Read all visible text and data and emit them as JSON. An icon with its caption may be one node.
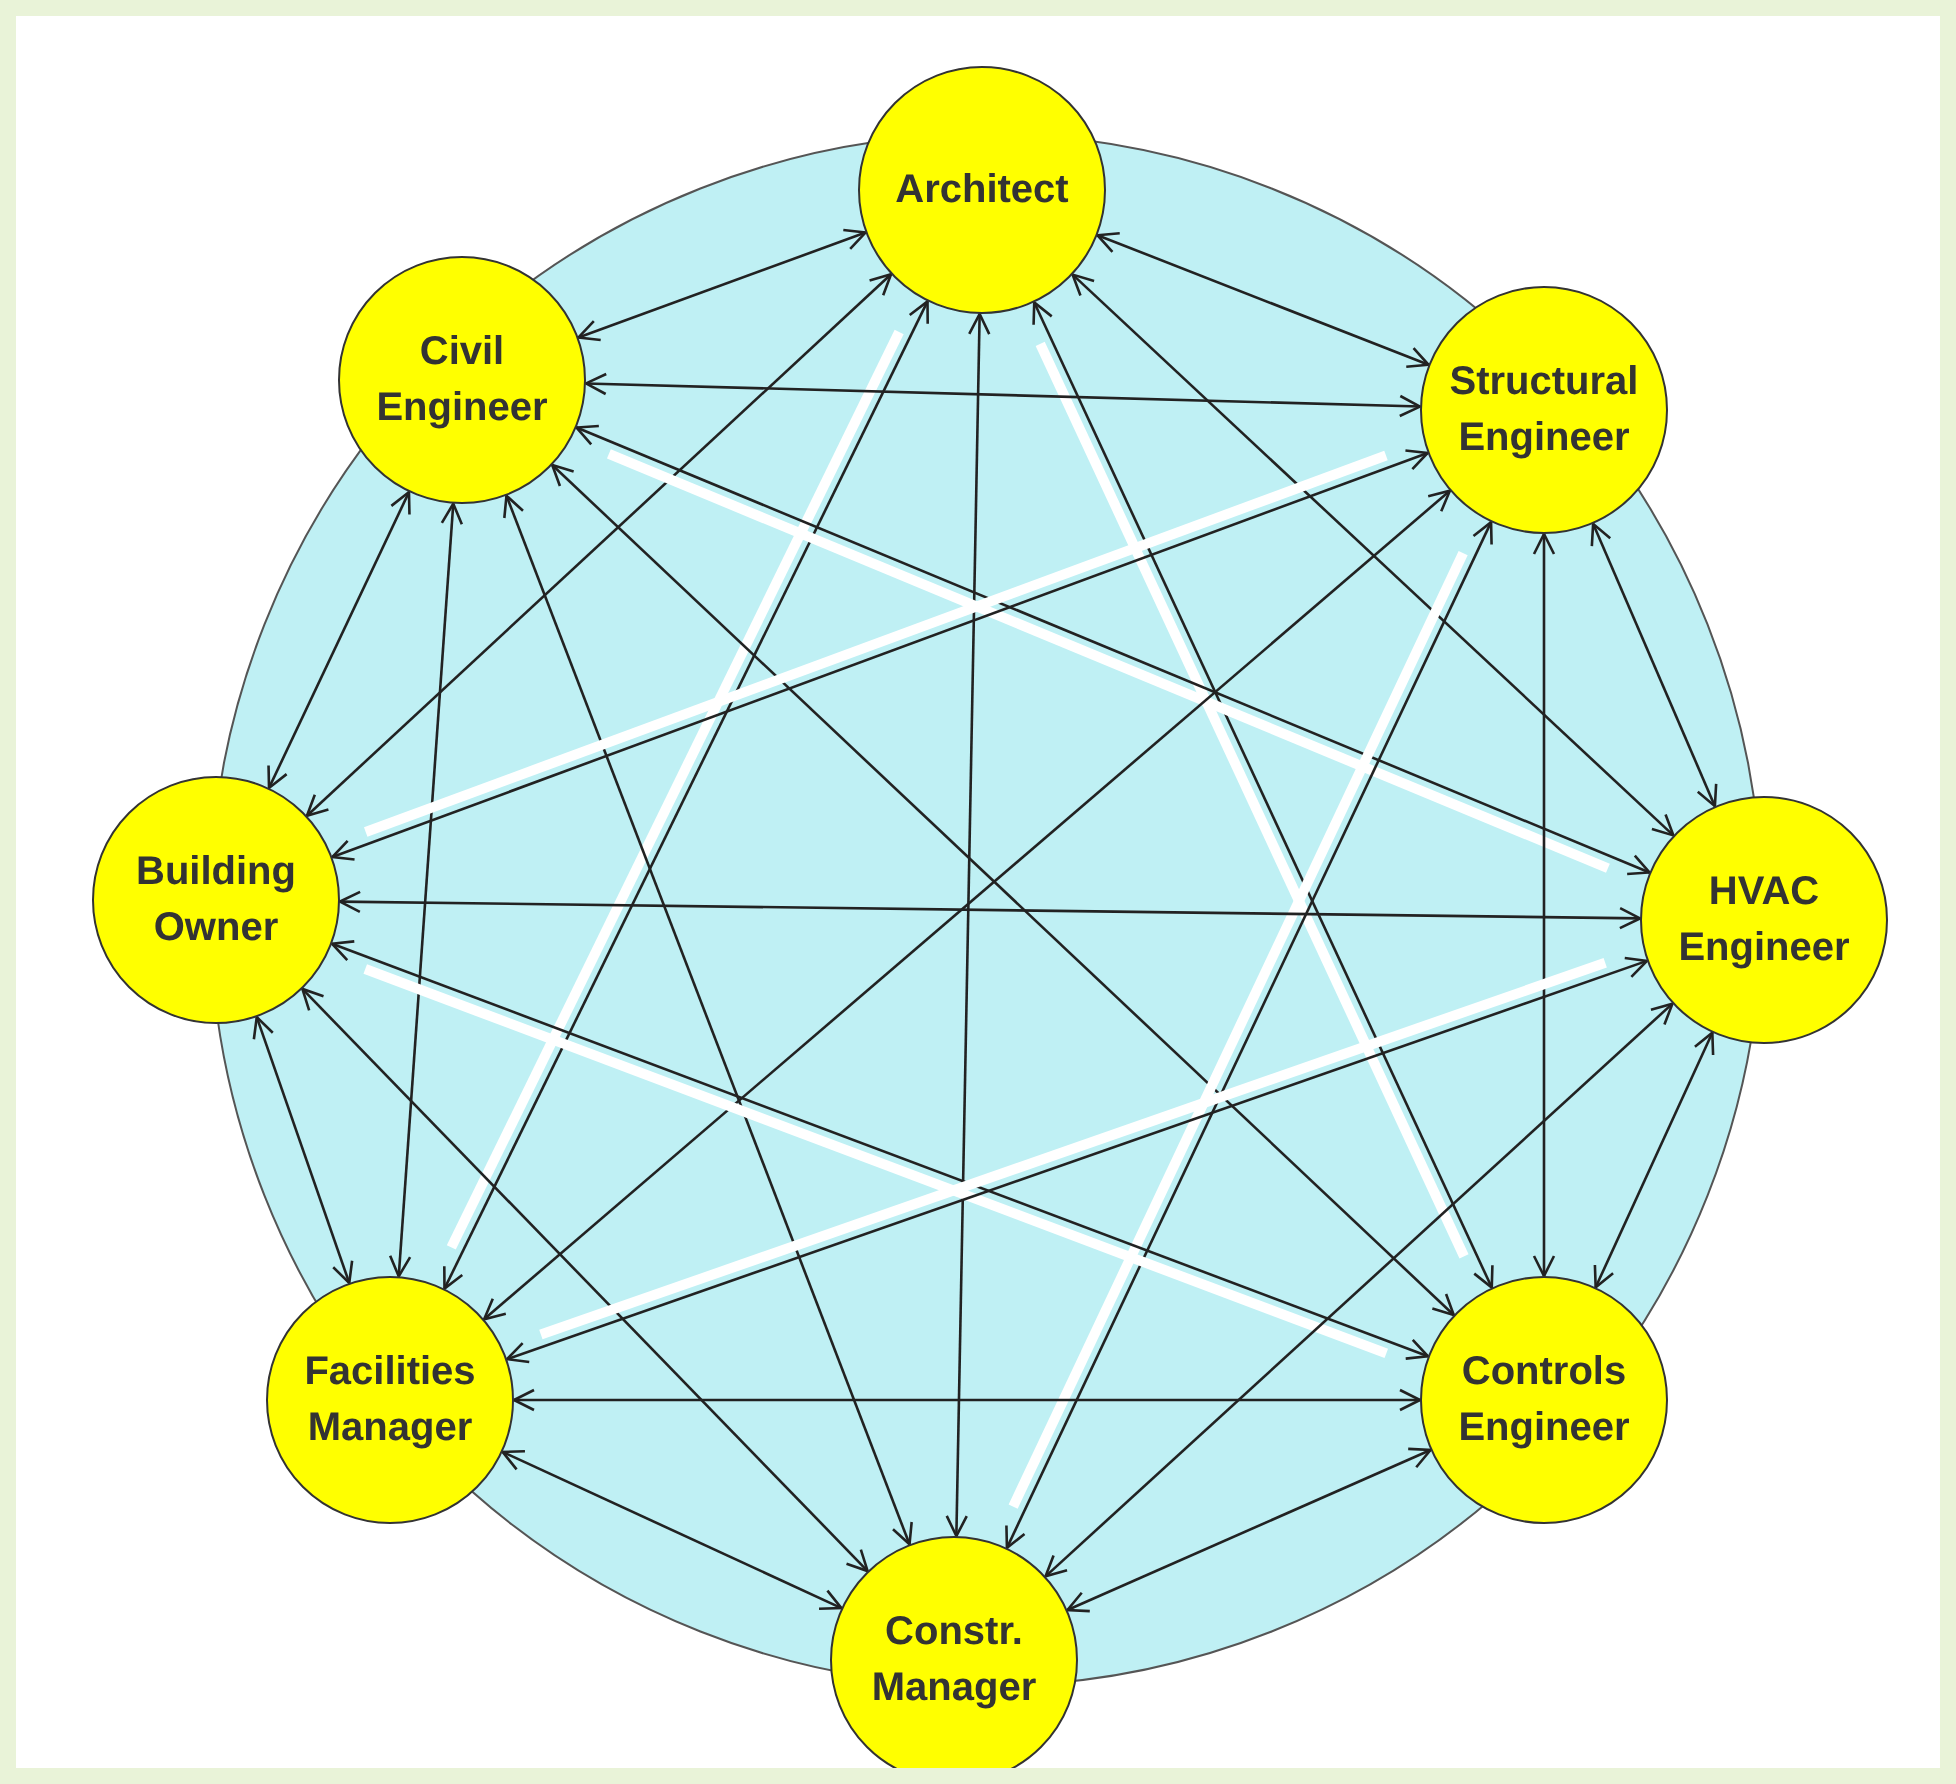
{
  "diagram": {
    "nodes": [
      {
        "text": [
          "Architect"
        ]
      },
      {
        "text": [
          "Civil Engineer"
        ]
      },
      {
        "text": [
          "Structural Engineer"
        ]
      },
      {
        "text": [
          "Building Owner"
        ]
      },
      {
        "text": [
          "HVAC Engineer"
        ]
      },
      {
        "text": [
          "Facilities Manager"
        ]
      },
      {
        "text": [
          "Controls Engineer"
        ]
      },
      {
        "text": [
          "Constr. Manager"
        ]
      }
    ],
    "edges": [
      {
        "from": 0,
        "to": 1,
        "arrow": "both"
      },
      {
        "from": 0,
        "to": 2,
        "arrow": "both"
      },
      {
        "from": 0,
        "to": 3,
        "arrow": "both"
      },
      {
        "from": 0,
        "to": 4,
        "arrow": "both"
      },
      {
        "from": 0,
        "to": 5,
        "arrow": "both"
      },
      {
        "from": 0,
        "to": 6,
        "arrow": "both"
      },
      {
        "from": 0,
        "to": 7,
        "arrow": "both"
      },
      {
        "from": 1,
        "to": 2,
        "arrow": "both"
      },
      {
        "from": 1,
        "to": 3,
        "arrow": "both"
      },
      {
        "from": 1,
        "to": 4,
        "arrow": "both"
      },
      {
        "from": 1,
        "to": 5,
        "arrow": "both"
      },
      {
        "from": 1,
        "to": 6,
        "arrow": "both"
      },
      {
        "from": 1,
        "to": 7,
        "arrow": "both"
      },
      {
        "from": 2,
        "to": 3,
        "arrow": "both"
      },
      {
        "from": 2,
        "to": 4,
        "arrow": "both"
      },
      {
        "from": 2,
        "to": 5,
        "arrow": "both"
      },
      {
        "from": 2,
        "to": 6,
        "arrow": "both"
      },
      {
        "from": 2,
        "to": 7,
        "arrow": "both"
      },
      {
        "from": 3,
        "to": 4,
        "arrow": "both"
      },
      {
        "from": 3,
        "to": 5,
        "arrow": "both"
      },
      {
        "from": 3,
        "to": 6,
        "arrow": "both"
      },
      {
        "from": 3,
        "to": 7,
        "arrow": "both"
      },
      {
        "from": 4,
        "to": 5,
        "arrow": "both"
      },
      {
        "from": 4,
        "to": 6,
        "arrow": "both"
      },
      {
        "from": 4,
        "to": 7,
        "arrow": "both"
      },
      {
        "from": 5,
        "to": 6,
        "arrow": "both"
      },
      {
        "from": 5,
        "to": 7,
        "arrow": "both"
      },
      {
        "from": 6,
        "to": 7,
        "arrow": "both"
      }
    ]
  }
}
